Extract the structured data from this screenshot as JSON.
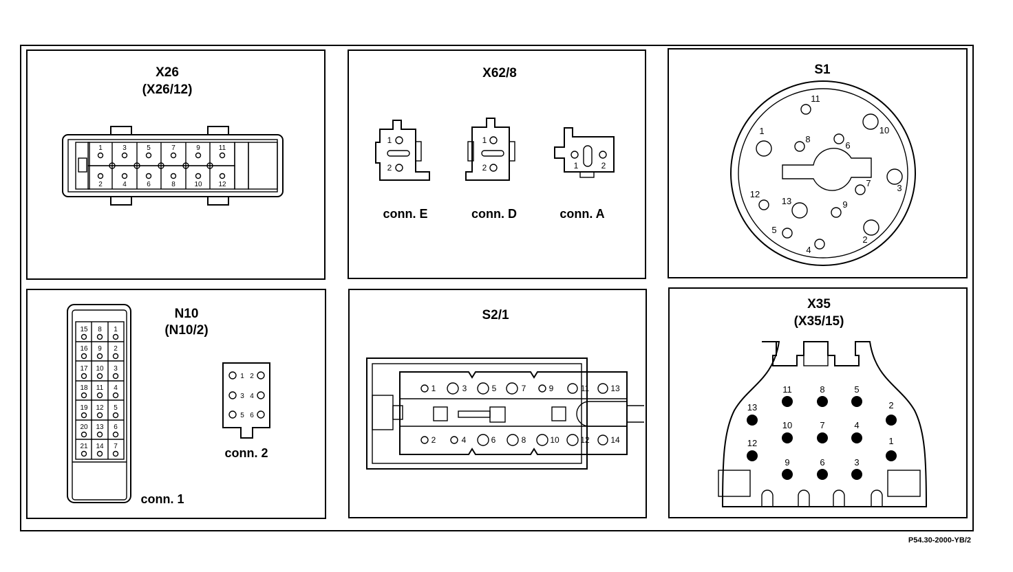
{
  "reference": "P54.30-2000-YB/2",
  "panels": {
    "x26": {
      "title": "X26",
      "subtitle": "(X26/12)",
      "pins_top": [
        "1",
        "3",
        "5",
        "7",
        "9",
        "11"
      ],
      "pins_bottom": [
        "2",
        "4",
        "6",
        "8",
        "10",
        "12"
      ]
    },
    "x62": {
      "title": "X62/8",
      "conn_e": {
        "label": "conn. E",
        "pins": [
          "1",
          "2"
        ]
      },
      "conn_d": {
        "label": "conn. D",
        "pins": [
          "1",
          "2"
        ]
      },
      "conn_a": {
        "label": "conn. A",
        "pins": [
          "1",
          "2"
        ]
      }
    },
    "s1": {
      "title": "S1",
      "pins": [
        "1",
        "2",
        "3",
        "4",
        "5",
        "6",
        "7",
        "8",
        "9",
        "10",
        "11",
        "12",
        "13"
      ]
    },
    "n10": {
      "title": "N10",
      "subtitle": "(N10/2)",
      "conn1": {
        "label": "conn. 1",
        "rows": [
          [
            "15",
            "8",
            "1"
          ],
          [
            "16",
            "9",
            "2"
          ],
          [
            "17",
            "10",
            "3"
          ],
          [
            "18",
            "11",
            "4"
          ],
          [
            "19",
            "12",
            "5"
          ],
          [
            "20",
            "13",
            "6"
          ],
          [
            "21",
            "14",
            "7"
          ]
        ]
      },
      "conn2": {
        "label": "conn. 2",
        "rows": [
          [
            "1",
            "2"
          ],
          [
            "3",
            "4"
          ],
          [
            "5",
            "6"
          ]
        ]
      }
    },
    "s21": {
      "title": "S2/1",
      "pins_top": [
        "1",
        "3",
        "5",
        "7",
        "9",
        "11",
        "13"
      ],
      "pins_bottom": [
        "2",
        "4",
        "6",
        "8",
        "10",
        "12",
        "14"
      ]
    },
    "x35": {
      "title": "X35",
      "subtitle": "(X35/15)",
      "pins": [
        "1",
        "2",
        "3",
        "4",
        "5",
        "6",
        "7",
        "8",
        "9",
        "10",
        "11",
        "12",
        "13"
      ]
    }
  }
}
